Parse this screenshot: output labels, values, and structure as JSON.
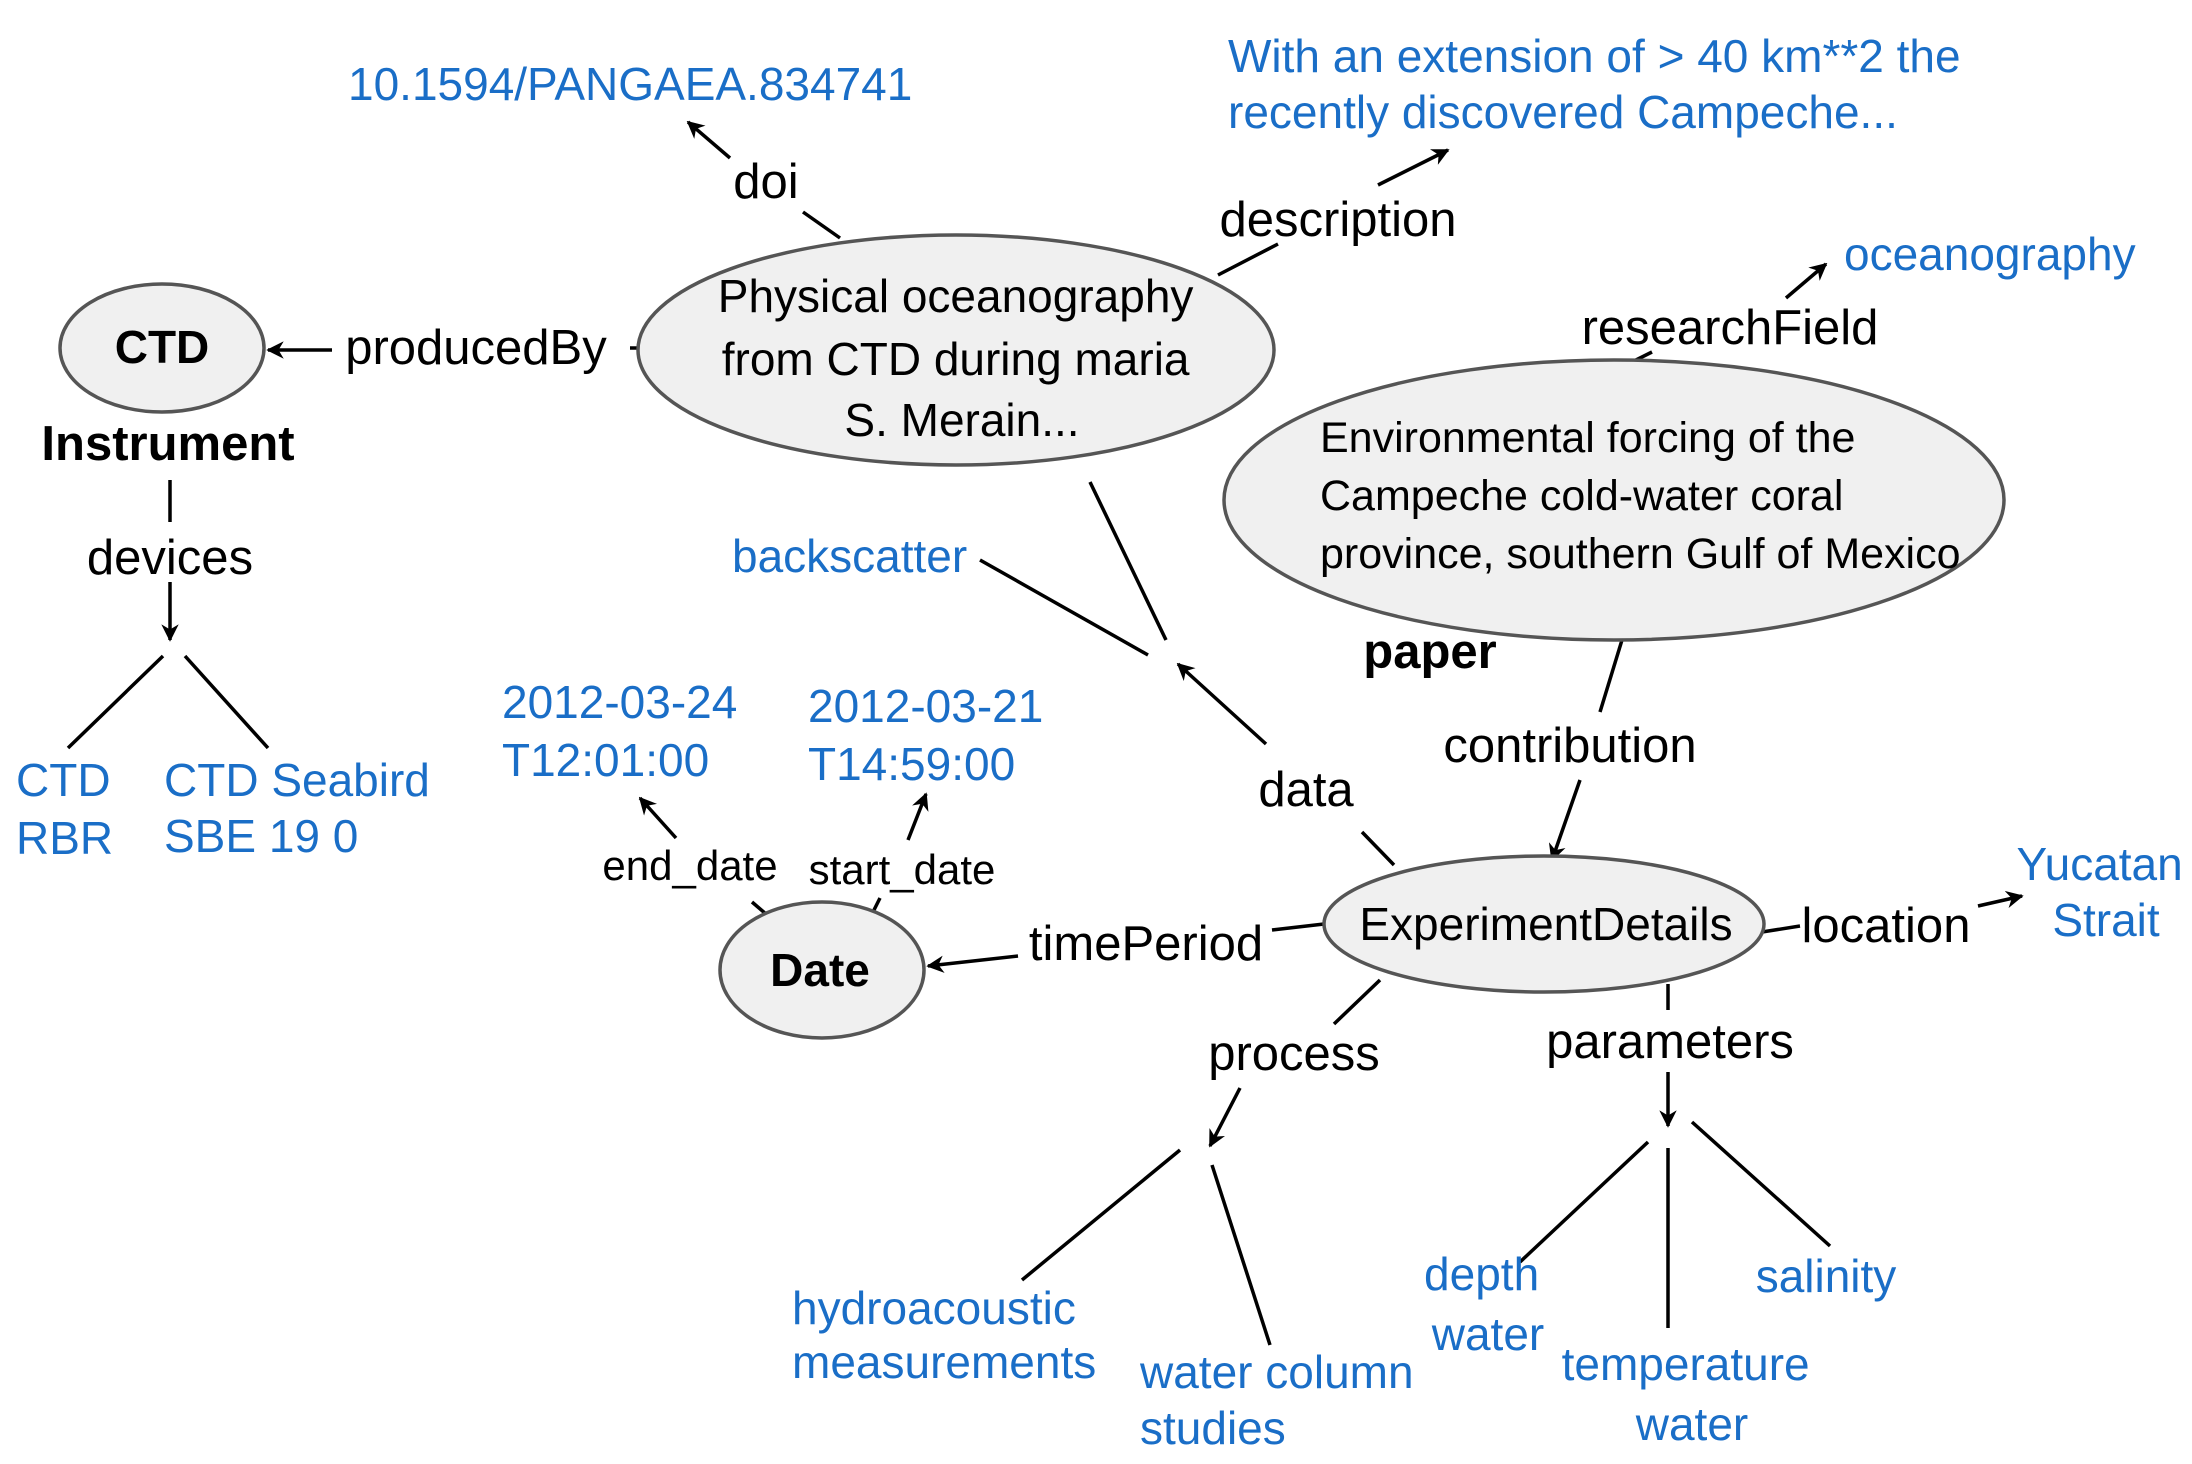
{
  "colors": {
    "literal": "#1a6ec7",
    "node_fill": "#f0f0f0",
    "node_stroke": "#555555",
    "edge": "#000000"
  },
  "nodes": {
    "dataset": [
      "Physical oceanography",
      "from CTD during maria",
      "S. Merain..."
    ],
    "ctd": "CTD",
    "paper": [
      "Environmental forcing of the",
      "Campeche cold-water coral",
      "province, southern Gulf of Mexico"
    ],
    "experiment": "ExperimentDetails",
    "date": "Date"
  },
  "types": {
    "instrument": "Instrument",
    "paper": "paper"
  },
  "edges": {
    "doi": "doi",
    "description": "description",
    "produced_by": "producedBy",
    "research_field": "researchField",
    "devices": "devices",
    "contribution": "contribution",
    "data": "data",
    "time_period": "timePeriod",
    "location": "location",
    "process": "process",
    "parameters": "parameters",
    "end_date": "end_date",
    "start_date": "start_date"
  },
  "literals": {
    "doi": "10.1594/PANGAEA.834741",
    "description": [
      "With an extension of > 40 km**2 the",
      "recently discovered Campeche..."
    ],
    "research_field": "oceanography",
    "backscatter": "backscatter",
    "end_date": [
      "2012-03-24",
      "T12:01:00"
    ],
    "start_date": [
      "2012-03-21",
      "T14:59:00"
    ],
    "device_rbr": [
      "CTD",
      "RBR"
    ],
    "device_seabird": [
      "CTD Seabird",
      "SBE 19 0"
    ],
    "location": [
      "Yucatan",
      "Strait"
    ],
    "process_hydro": [
      "hydroacoustic",
      "measurements"
    ],
    "process_water": [
      "water column",
      "studies"
    ],
    "param_depth": [
      "depth",
      "water"
    ],
    "param_temp": [
      "temperature",
      "water"
    ],
    "param_salinity": "salinity"
  }
}
